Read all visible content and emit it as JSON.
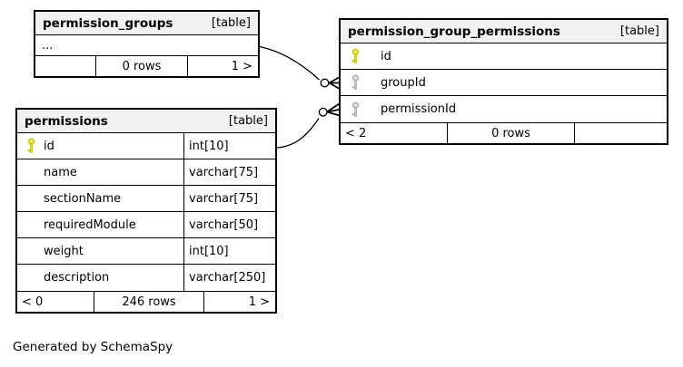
{
  "credit": "Generated by SchemaSpy",
  "colors": {
    "header_bg": "#f1f1f1",
    "border": "#000000",
    "primary_key": "#e1e100",
    "foreign_key": "#c6c6c6"
  },
  "tables": [
    {
      "name": "permission_groups",
      "tag": "[table]",
      "collapsed_columns_indicator": "...",
      "footer": {
        "left": "",
        "center": "0 rows",
        "right": "1 >"
      }
    },
    {
      "name": "permission_group_permissions",
      "tag": "[table]",
      "columns": [
        {
          "name": "id",
          "key": "primary"
        },
        {
          "name": "groupId",
          "key": "foreign"
        },
        {
          "name": "permissionId",
          "key": "foreign"
        }
      ],
      "footer": {
        "left": "< 2",
        "center": "0 rows",
        "right": ""
      }
    },
    {
      "name": "permissions",
      "tag": "[table]",
      "columns": [
        {
          "name": "id",
          "type": "int[10]",
          "key": "primary"
        },
        {
          "name": "name",
          "type": "varchar[75]",
          "key": "none"
        },
        {
          "name": "sectionName",
          "type": "varchar[75]",
          "key": "none"
        },
        {
          "name": "requiredModule",
          "type": "varchar[50]",
          "key": "none"
        },
        {
          "name": "weight",
          "type": "int[10]",
          "key": "none"
        },
        {
          "name": "description",
          "type": "varchar[250]",
          "key": "none"
        }
      ],
      "footer": {
        "left": "< 0",
        "center": "246 rows",
        "right": "1 >"
      }
    }
  ],
  "relationships": [
    {
      "from": "permission_groups",
      "to": "permission_group_permissions.groupId"
    },
    {
      "from": "permissions.id",
      "to": "permission_group_permissions.permissionId"
    }
  ]
}
